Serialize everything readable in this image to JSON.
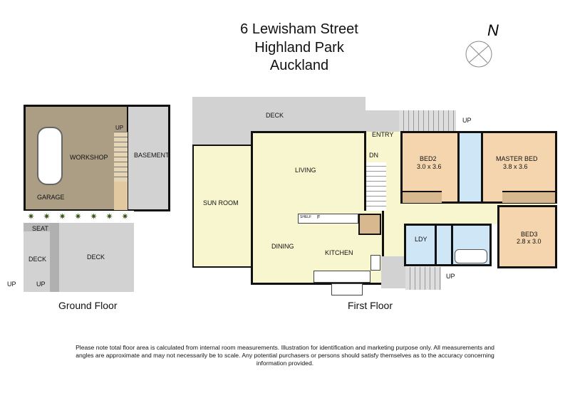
{
  "title": {
    "line1": "6 Lewisham Street",
    "line2": "Highland Park",
    "line3": "Auckland"
  },
  "compass": {
    "label": "N"
  },
  "ground_floor": {
    "caption": "Ground Floor",
    "rooms": {
      "workshop": "WORKSHOP",
      "garage": "GARAGE",
      "basement": "BASEMENT",
      "seat": "SEAT",
      "deck_left": "DECK",
      "deck_right": "DECK"
    },
    "stairs": {
      "up_inner": "UP",
      "up_left": "UP",
      "up_deck": "UP"
    }
  },
  "first_floor": {
    "caption": "First Floor",
    "rooms": {
      "deck": "DECK",
      "entry": "ENTRY",
      "dn": "DN",
      "living": "LIVING",
      "sun_room": "SUN ROOM",
      "dining": "DINING",
      "kitchen": "KITCHEN",
      "shelf": "SHELF",
      "fridge": "F",
      "ldy": "LDY",
      "bed2": "BED2",
      "bed2_size": "3.0 x 3.6",
      "master": "MASTER BED",
      "master_size": "3.8 x 3.6",
      "bed3": "BED3",
      "bed3_size": "2.8 x 3.0"
    },
    "stairs": {
      "up_top": "UP",
      "up_bottom": "UP"
    }
  },
  "colors": {
    "wall": "#111111",
    "deck": "#d2d2d2",
    "living": "#f8f6cf",
    "bedroom": "#f4d5ae",
    "wet": "#cfe6f6",
    "garage": "#ac9e85"
  },
  "disclaimer": "Please note total floor area is calculated from internal room measurements.  Illustration for identification and marketing purpose only.  All measurements and angles are approximate and may not necessarily be to scale.  Any potential purchasers or persons should satisfy themselves as to the accuracy concerning information provided."
}
